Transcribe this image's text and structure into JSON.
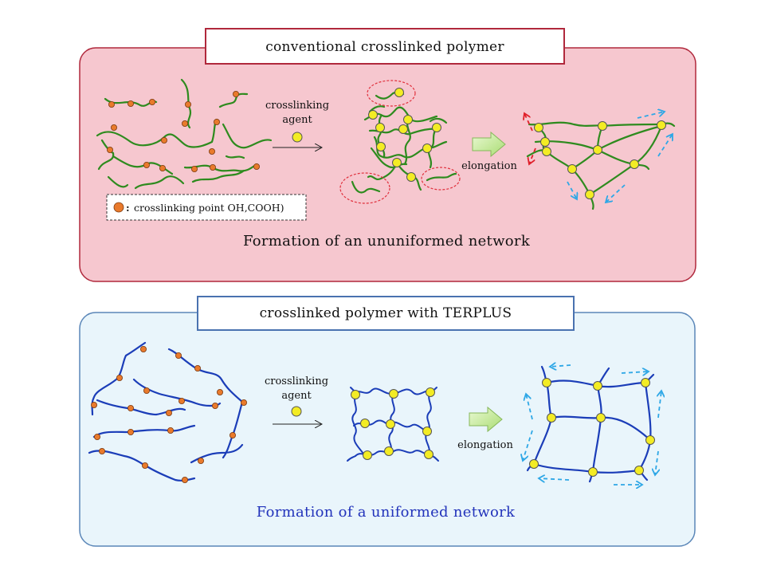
{
  "top_panel": {
    "title": "conventional crosslinked polymer",
    "reagent_label_line1": "crosslinking",
    "reagent_label_line2": "agent",
    "process_label": "elongation",
    "legend_marker": ":",
    "legend_text": "crosslinking point OH,COOH)",
    "caption": "Formation of an ununiformed network"
  },
  "bottom_panel": {
    "title": "crosslinked polymer with TERPLUS",
    "reagent_label_line1": "crosslinking",
    "reagent_label_line2": "agent",
    "process_label": "elongation",
    "caption": "Formation of a uniformed network"
  },
  "colors": {
    "top_panel_fill": "#f6c7cf",
    "top_panel_border": "#b0283c",
    "bottom_panel_fill": "#e9f5fb",
    "bottom_panel_border": "#5a86b8",
    "green_chain": "#2e8b1e",
    "blue_chain": "#1b3db8",
    "crosslink_point": "#e97a2c",
    "node": "#f3ec24",
    "dashed_circle": "#e0303c",
    "red_arrow": "#e0202a",
    "blue_arrow": "#2ea7e6",
    "bottom_caption": "#2233bb",
    "fat_arrow_fill": "#c6ec9a"
  }
}
